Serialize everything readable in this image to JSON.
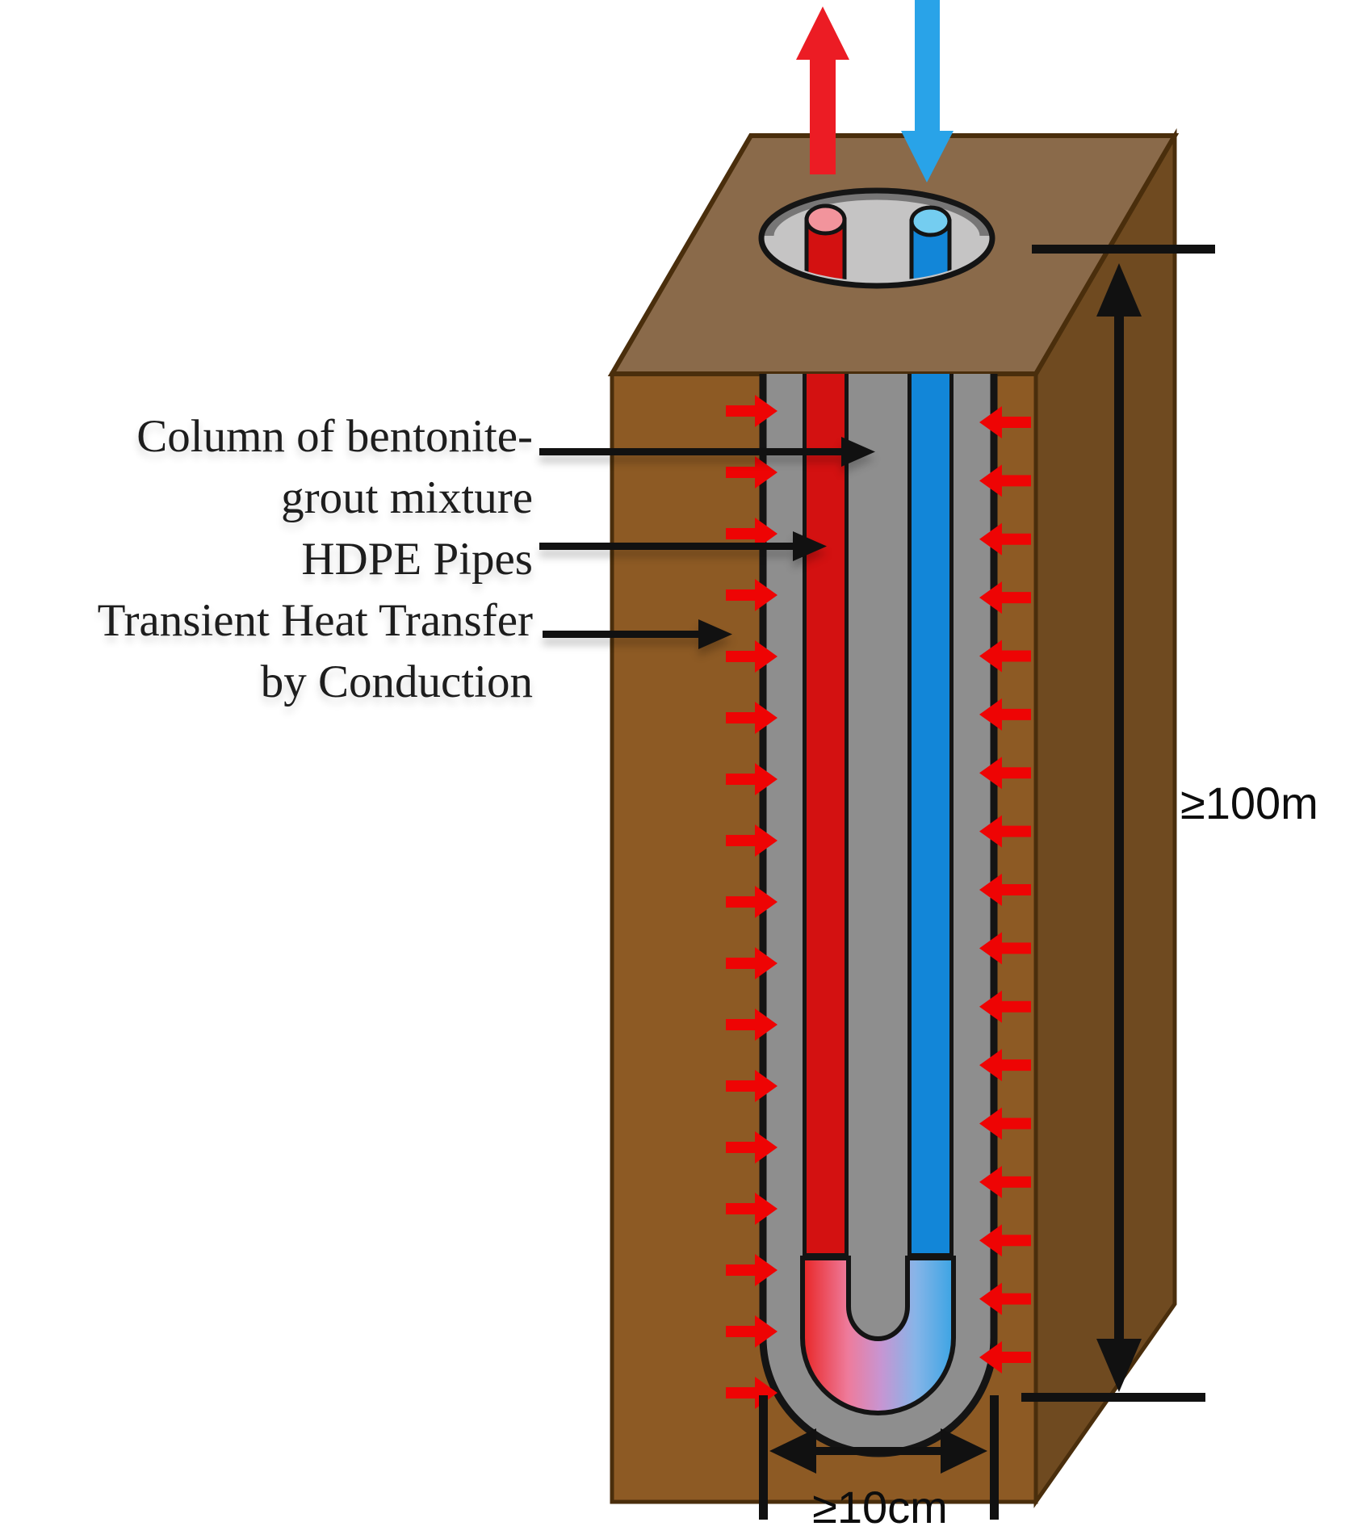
{
  "diagram": {
    "type": "borehole-ground-heat-exchanger-schematic",
    "labels": {
      "grout_column": [
        "Column of bentonite-",
        "grout mixture"
      ],
      "pipes": "HDPE Pipes",
      "heat_transfer": [
        "Transient Heat Transfer",
        "by Conduction"
      ],
      "depth_dimension": "≥100m",
      "diameter_dimension": "≥10cm"
    },
    "heat_arrows": {
      "left_count": 17,
      "right_count": 17
    },
    "colors": {
      "soil_top": "#8a6a4a",
      "soil_front": "#8d5a24",
      "soil_side": "#6f4a20",
      "edge_line": "#4a2e0c",
      "grout": "#8e8e8e",
      "borehole_mouth": "#c5c4c4",
      "outline": "#141414",
      "hot_pipe": "#d31111",
      "hot_pipe_top": "#f2949c",
      "cold_pipe": "#1286d8",
      "cold_pipe_top": "#74cdf0",
      "hot_flow_arrow": "#ec1c24",
      "cold_flow_arrow": "#29a3e8",
      "heat_flux_arrow": "#ee0404",
      "dimension_line": "#111111",
      "u_bend_gradient": [
        "#e92525",
        "#ee7b9b",
        "#c795d2",
        "#86b5e8",
        "#3ba4e4"
      ]
    }
  }
}
